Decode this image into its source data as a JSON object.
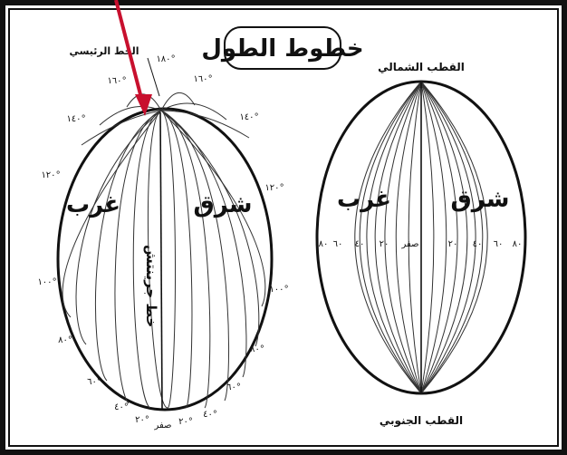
{
  "title": "خطوط الطول",
  "left_globe": {
    "prime_meridian_label": "الخط الرئيسي",
    "greenwich_label": "خط جرينتش",
    "west_label": "غرب",
    "east_label": "شرق",
    "degree_labels": [
      "١٨٠°",
      "١٦٠°",
      "١٦٠°",
      "١٤٠°",
      "١٤٠°",
      "١٢٠°",
      "١٢٠°",
      "١٠٠°",
      "١٠٠°",
      "٨٠°",
      "٨٠°",
      "٦٠°",
      "٦٠°",
      "٤٠°",
      "٤٠°",
      "٢٠°",
      "٢٠°",
      "صفر"
    ]
  },
  "right_globe": {
    "north_pole_label": "القطب الشمالي",
    "south_pole_label": "القطب الجنوبي",
    "west_label": "غرب",
    "east_label": "شرق",
    "zero_label": "صفر",
    "west_degrees": [
      "٨٠",
      "٦٠",
      "٤٠",
      "٢٠"
    ],
    "east_degrees": [
      "٢٠",
      "٤٠",
      "٦٠",
      "٨٠"
    ]
  },
  "colors": {
    "arrow": "#c8102e",
    "ink": "#111111"
  }
}
